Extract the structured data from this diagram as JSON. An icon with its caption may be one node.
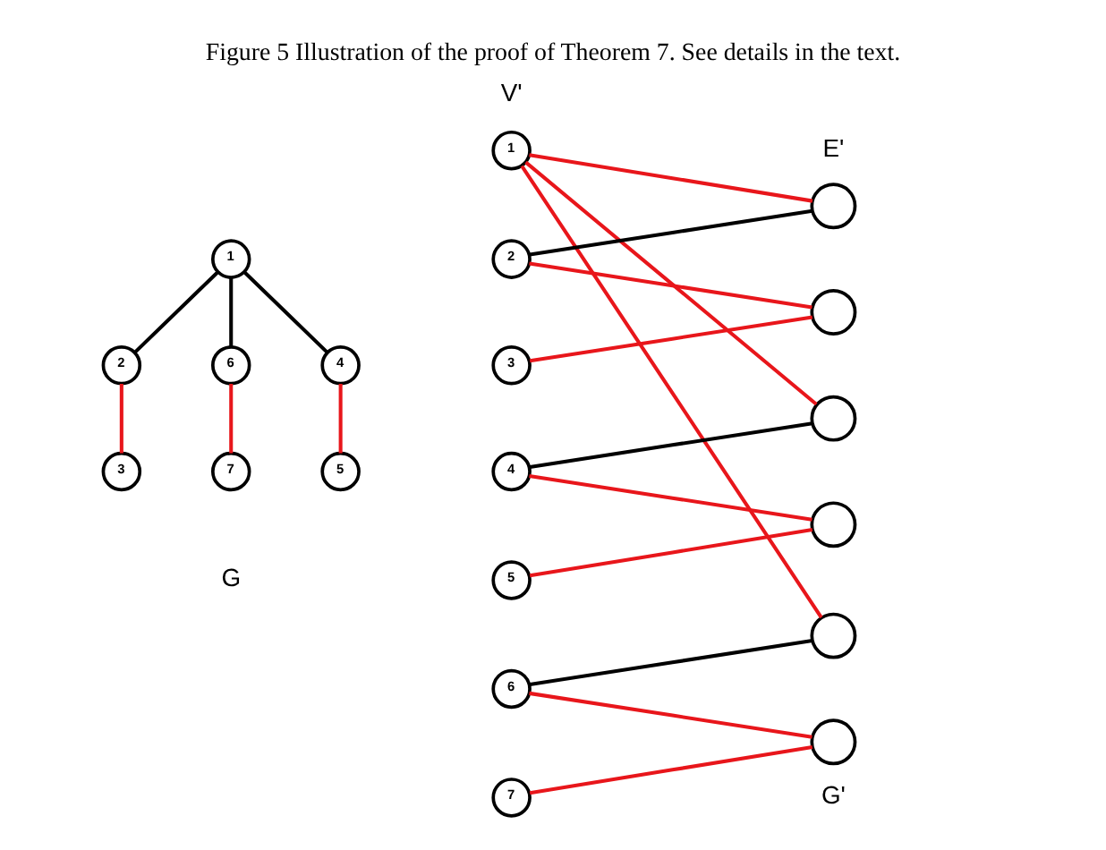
{
  "diagram": {
    "caption": "Figure 5 Illustration of the proof of Theorem 7. See details in the text.",
    "nodes": [
      {
        "text": [
          "1"
        ]
      },
      {
        "text": [
          "2"
        ]
      },
      {
        "text": [
          "6"
        ]
      },
      {
        "text": [
          "4"
        ]
      },
      {
        "text": [
          "3"
        ]
      },
      {
        "text": [
          "7"
        ]
      },
      {
        "text": [
          "5"
        ]
      },
      {
        "text": [
          "1"
        ]
      },
      {
        "text": [
          "2"
        ]
      },
      {
        "text": [
          "3"
        ]
      },
      {
        "text": [
          "4"
        ]
      },
      {
        "text": [
          "5"
        ]
      },
      {
        "text": [
          "6"
        ]
      },
      {
        "text": [
          "7"
        ]
      },
      {
        "text": [],
        "shape": "circle"
      },
      {
        "text": [],
        "shape": "circle"
      },
      {
        "text": [],
        "shape": "circle"
      },
      {
        "text": [],
        "shape": "circle"
      },
      {
        "text": [],
        "shape": "circle"
      },
      {
        "text": [],
        "shape": "circle"
      }
    ],
    "edges": [
      {
        "from": 0,
        "to": 1,
        "arrow": "none",
        "color": "#000000"
      },
      {
        "from": 0,
        "to": 2,
        "arrow": "none",
        "color": "#000000"
      },
      {
        "from": 0,
        "to": 3,
        "arrow": "none",
        "color": "#000000"
      },
      {
        "from": 1,
        "to": 4,
        "arrow": "none"
      },
      {
        "from": 2,
        "to": 5,
        "arrow": "none"
      },
      {
        "from": 3,
        "to": 6,
        "arrow": "none"
      },
      {
        "from": 7,
        "to": 14,
        "arrow": "none"
      },
      {
        "from": 7,
        "to": 16,
        "arrow": "none"
      },
      {
        "from": 7,
        "to": 18,
        "arrow": "none"
      },
      {
        "from": 8,
        "to": 14,
        "arrow": "none",
        "color": "#000000"
      },
      {
        "from": 8,
        "to": 15,
        "arrow": "none"
      },
      {
        "from": 9,
        "to": 15,
        "arrow": "none"
      },
      {
        "from": 10,
        "to": 16,
        "arrow": "none",
        "color": "#000000"
      },
      {
        "from": 10,
        "to": 17,
        "arrow": "none"
      },
      {
        "from": 11,
        "to": 17,
        "arrow": "none"
      },
      {
        "from": 12,
        "to": 18,
        "arrow": "none",
        "color": "#000000"
      },
      {
        "from": 12,
        "to": 19,
        "arrow": "none"
      },
      {
        "from": 13,
        "to": 19,
        "arrow": "none"
      }
    ],
    "labels": [
      "V'",
      "E'",
      "G",
      "G'"
    ]
  }
}
